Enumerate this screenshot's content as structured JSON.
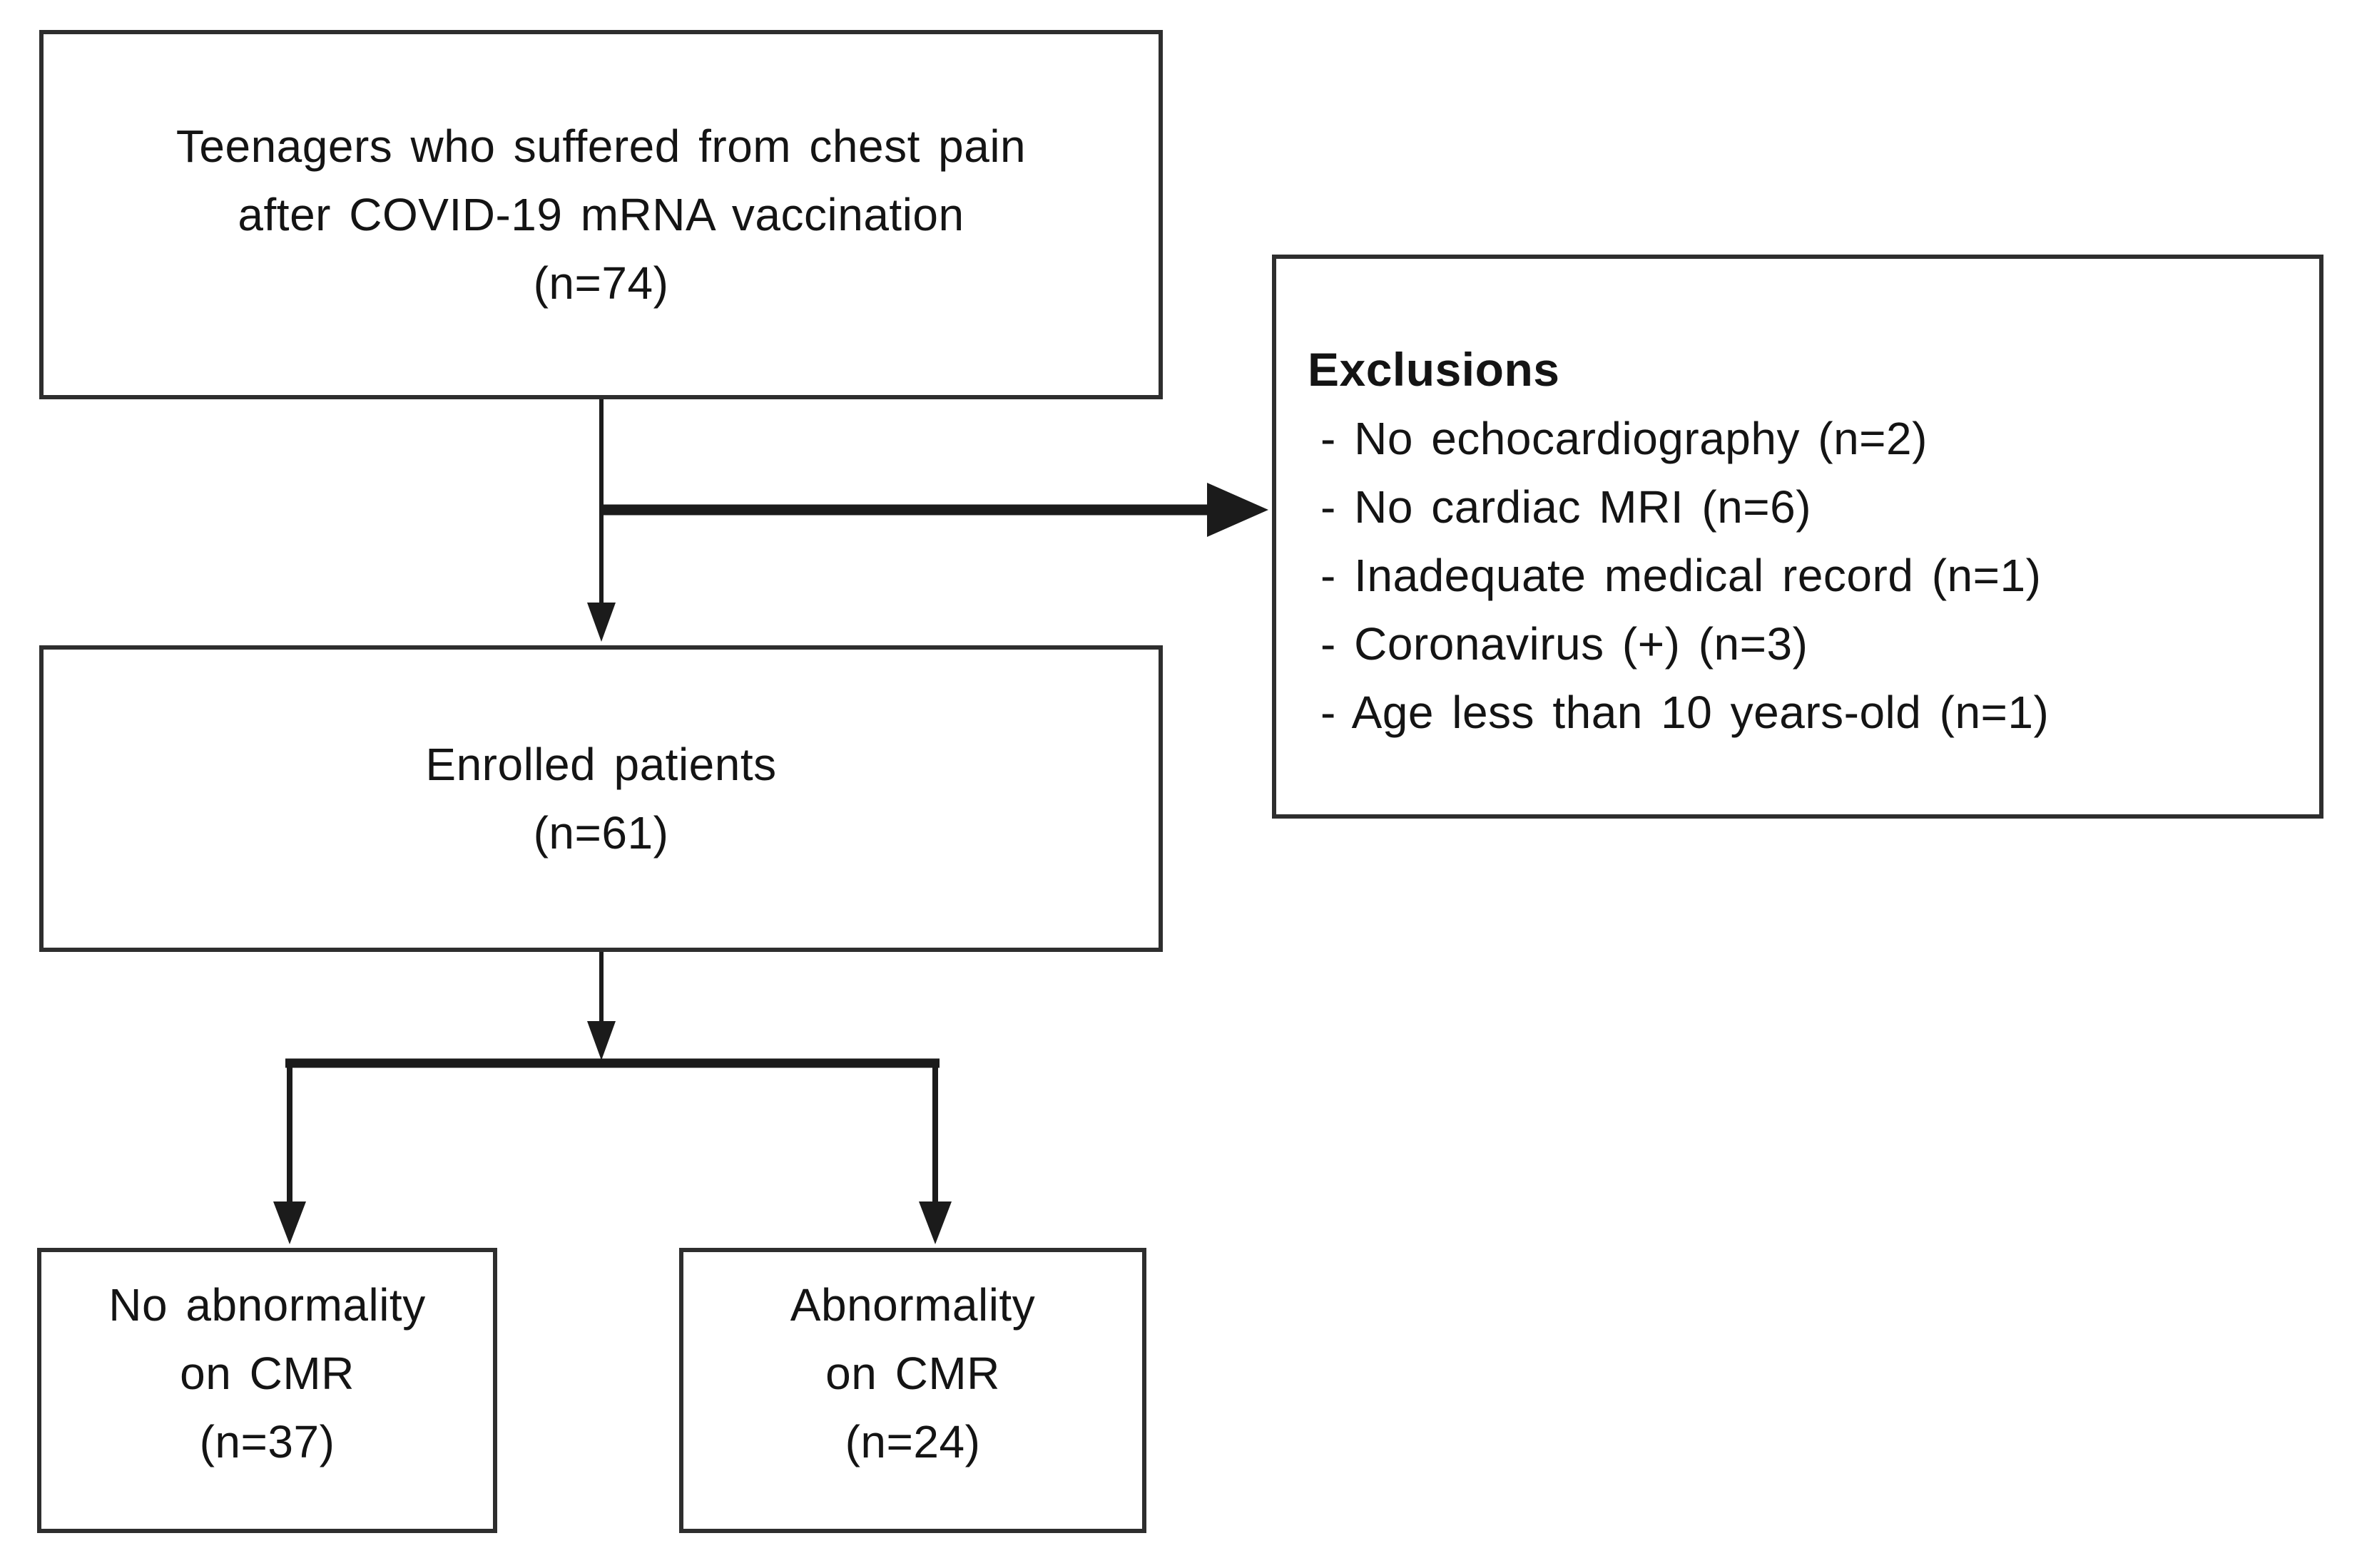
{
  "figure": {
    "background": "#ffffff",
    "ink_color": "#1b1b1b",
    "border_color": "#2e2e2e"
  },
  "boxes": {
    "source": {
      "label": "Teenagers who suffered from chest pain\nafter COVID-19 mRNA vaccination\n(n=74)"
    },
    "enrolled": {
      "label": "Enrolled patients\n(n=61)"
    },
    "no_abnormality": {
      "label": "No abnormality\non CMR\n(n=37)"
    },
    "abnormality": {
      "label": "Abnormality\non CMR\n(n=24)"
    },
    "exclusions": {
      "title": "Exclusions",
      "items": [
        "- No echocardiography (n=2)",
        "- No cardiac MRI (n=6)",
        "- Inadequate medical record (n=1)",
        "- Coronavirus (+) (n=3)",
        "- Age less than 10 years-old (n=1)"
      ]
    }
  }
}
